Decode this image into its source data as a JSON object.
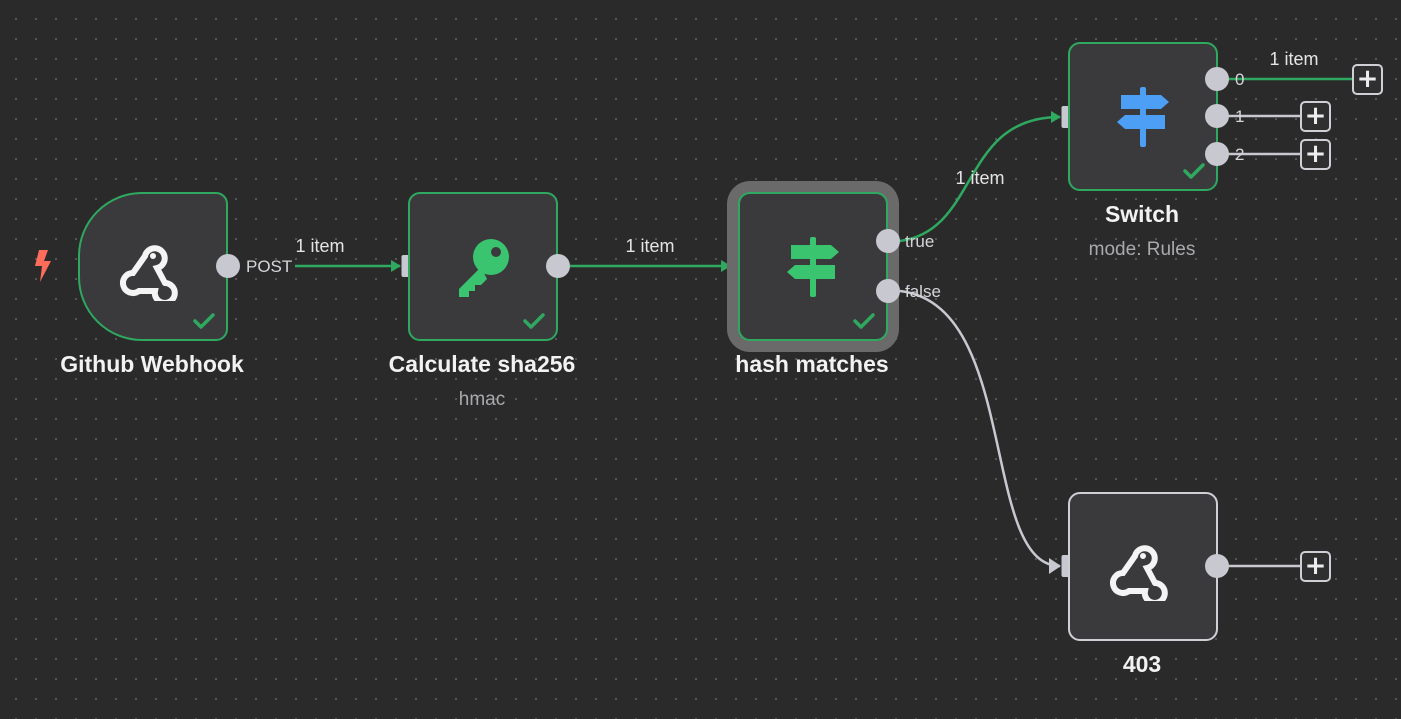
{
  "colors": {
    "canvas": "#2a2a2a",
    "node_fill": "#3a3a3c",
    "success": "#2fa860",
    "icon_green": "#3bc46f",
    "switch_blue": "#4c9ff5",
    "trigger_bolt": "#ff6d5a",
    "connector_idle": "#c8c9d0"
  },
  "nodes": {
    "github_webhook": {
      "title": "Github Webhook",
      "icon": "webhook-icon",
      "status": "success",
      "output_label": "POST"
    },
    "calculate_sha256": {
      "title": "Calculate sha256",
      "subtitle": "hmac",
      "icon": "key-icon",
      "status": "success"
    },
    "hash_matches": {
      "title": "hash matches",
      "icon": "signpost-icon",
      "status": "success",
      "output_true": "true",
      "output_false": "false"
    },
    "switch": {
      "title": "Switch",
      "subtitle": "mode: Rules",
      "icon": "signpost-icon",
      "status": "success",
      "outputs": [
        "0",
        "1",
        "2"
      ]
    },
    "response_403": {
      "title": "403",
      "icon": "webhook-icon"
    }
  },
  "connections": {
    "webhook_to_sha": "1 item",
    "sha_to_hash": "1 item",
    "hash_true_to_switch": "1 item",
    "switch_out0": "1 item"
  },
  "add_button_glyph": "+"
}
